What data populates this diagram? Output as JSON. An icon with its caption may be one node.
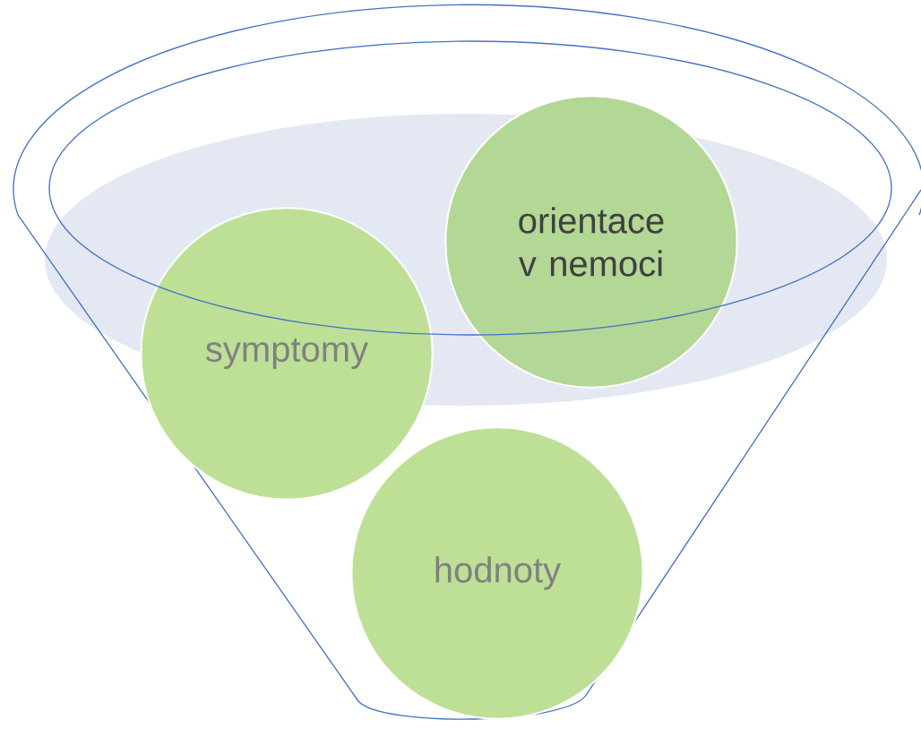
{
  "diagram": {
    "nodes": [
      {
        "text": [
          "orientace v nemoci"
        ]
      },
      {
        "text": [
          "symptomy"
        ]
      },
      {
        "text": [
          "hodnoty"
        ]
      }
    ]
  }
}
